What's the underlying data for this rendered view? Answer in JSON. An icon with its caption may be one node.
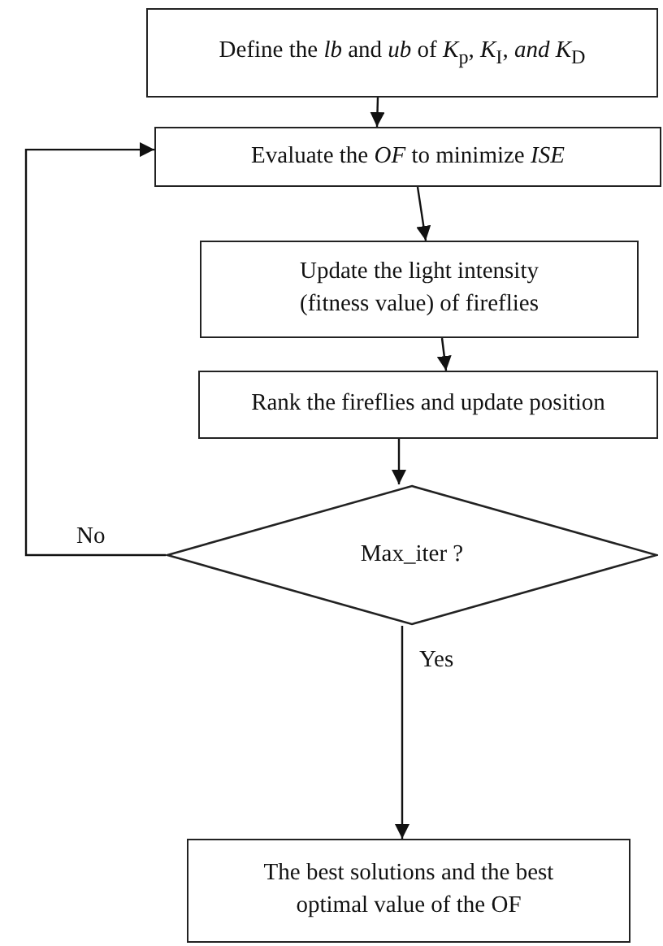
{
  "diagram": {
    "nodes": [
      {
        "text": [
          "Define the *lb* and *ub* of *K*$_{p}$, *K*$_{I}$, *and K*$_{D}$"
        ]
      },
      {
        "text": [
          "Evaluate the *OF* to minimize *ISE*"
        ]
      },
      {
        "text": [
          "Update the light intensity (fitness value) of fireflies"
        ]
      },
      {
        "text": [
          "Rank the fireflies and update position"
        ]
      },
      {
        "text": [
          "Max_iter ?"
        ]
      },
      {
        "text": [
          "The best solutions and the best optimal value of the OF"
        ]
      }
    ],
    "edges": [
      {
        "from": 0,
        "to": 1,
        "arrow": "to"
      },
      {
        "from": 1,
        "to": 2,
        "arrow": "to"
      },
      {
        "from": 2,
        "to": 3,
        "arrow": "to"
      },
      {
        "from": 3,
        "to": 4,
        "arrow": "to"
      },
      {
        "from": 4,
        "to": 5,
        "arrow": "to",
        "label": "Yes"
      },
      {
        "from": 4,
        "to": 1,
        "arrow": "to",
        "label": "No"
      }
    ]
  }
}
